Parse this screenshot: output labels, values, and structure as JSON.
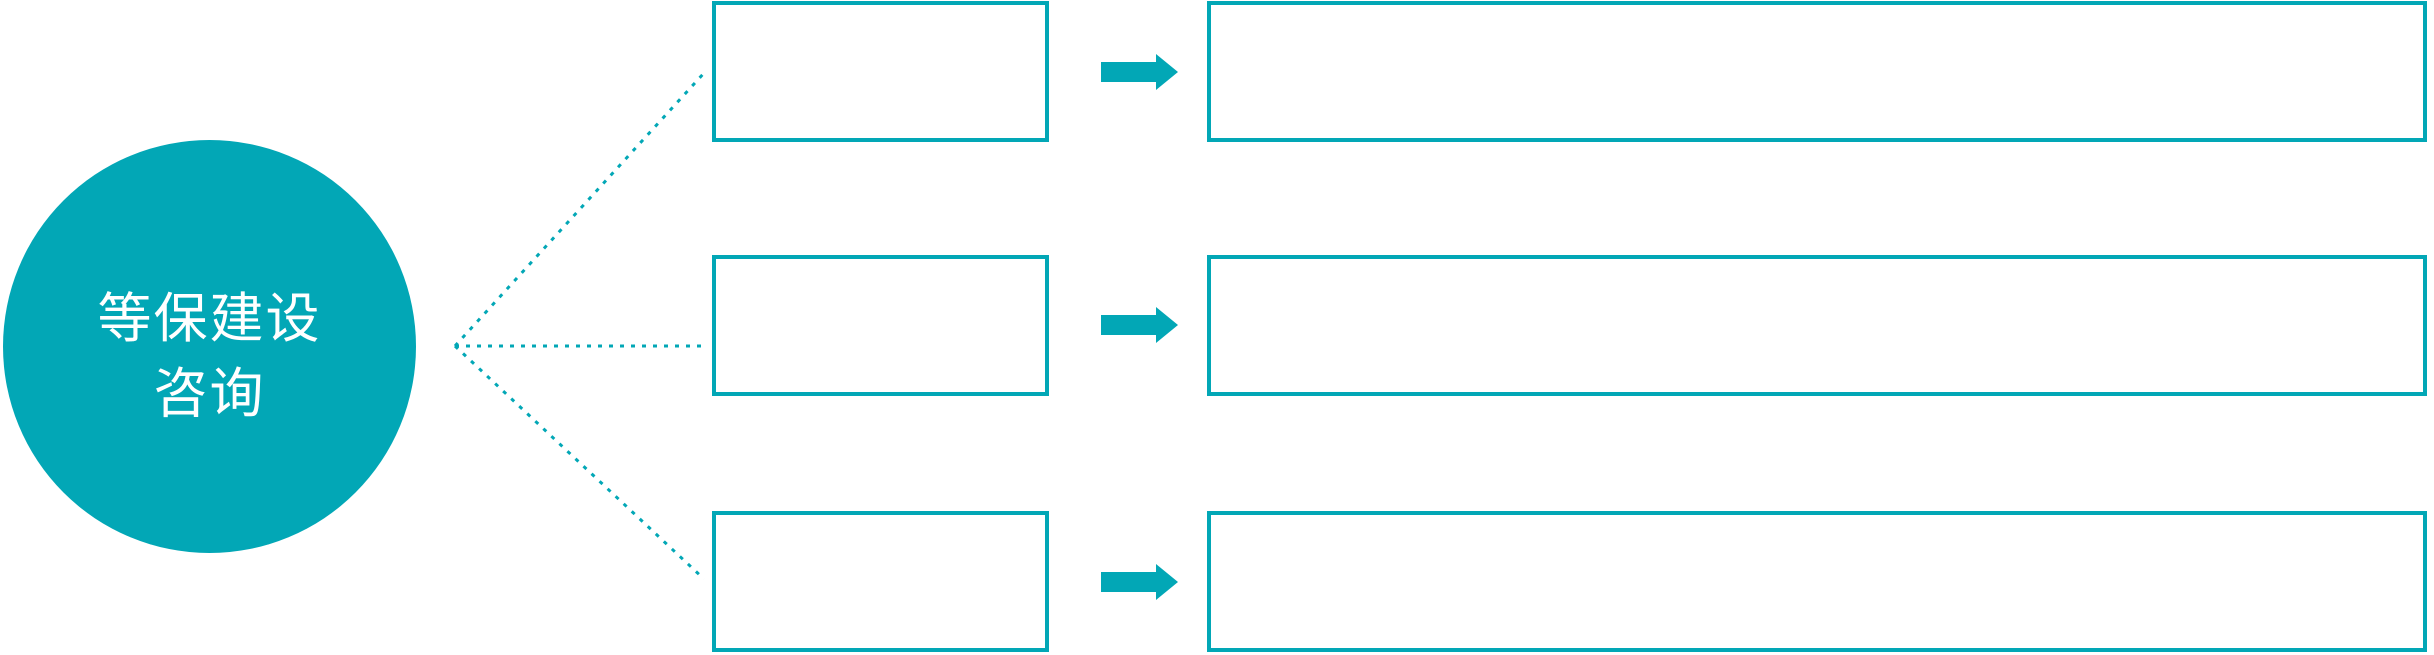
{
  "colors": {
    "accent_teal": "#02a7b6",
    "box_fill": "#ffffff",
    "hub_text_color": "#ffffff"
  },
  "hub": {
    "label_line1": "等保建设",
    "label_line2": "咨询"
  },
  "icons": {
    "arrow": "right-block-arrow",
    "connector": "dotted-line"
  },
  "branches": [
    {
      "small_box_text": "",
      "large_box_text": ""
    },
    {
      "small_box_text": "",
      "large_box_text": ""
    },
    {
      "small_box_text": "",
      "large_box_text": ""
    }
  ]
}
